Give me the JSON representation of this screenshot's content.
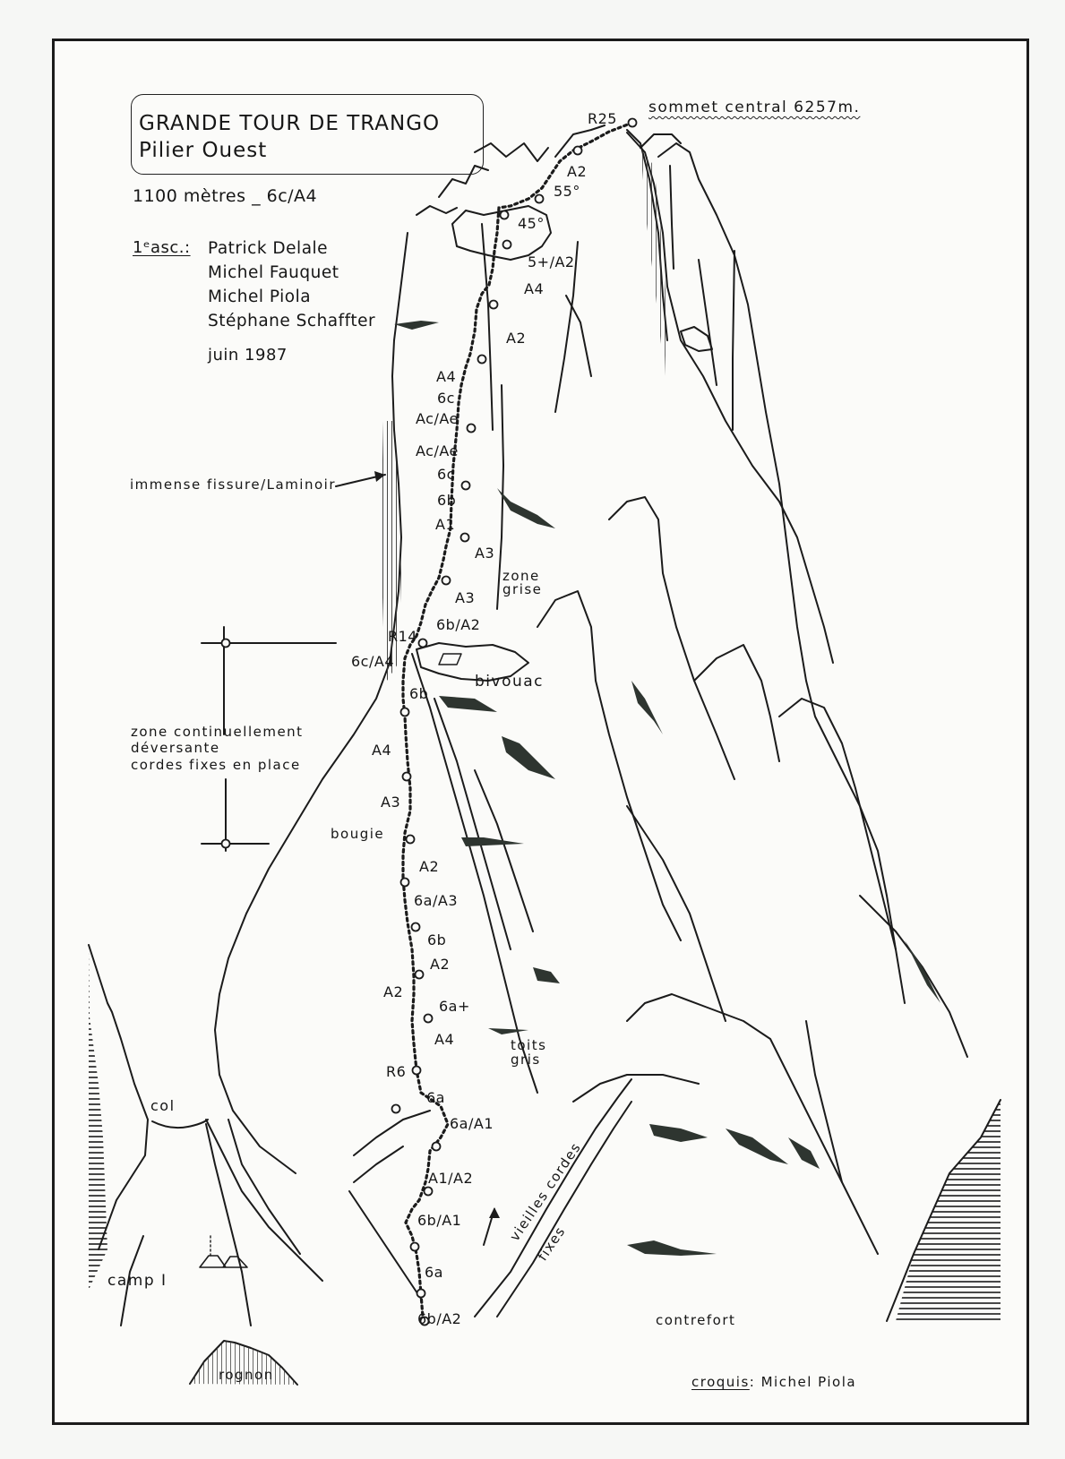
{
  "header": {
    "title": "GRANDE TOUR DE TRANGO",
    "subtitle": "Pilier Ouest",
    "length_grade": "1100 mètres _ 6c/A4",
    "first_ascent_label": "1ᵉasc.:",
    "first_ascent_team": [
      "Patrick Delale",
      "Michel Fauquet",
      "Michel Piola",
      "Stéphane Schaffter"
    ],
    "date": "juin 1987"
  },
  "summit": {
    "label": "sommet central   6257m.",
    "belay": "R25"
  },
  "route": {
    "belays": [
      "R25",
      "R14",
      "R6"
    ],
    "pitch_grades_top_to_bottom": [
      "A2",
      "55°",
      "45°",
      "5+/A2",
      "A4",
      "A2",
      "A4",
      "6c",
      "Ac/Ae",
      "Ac/Ae",
      "6c",
      "6b",
      "A1",
      "A3",
      "A3",
      "6b/A2",
      "6c/A4",
      "6b",
      "A4",
      "A3",
      "A2",
      "6a/A3",
      "6b",
      "A2",
      "A2",
      "6a+",
      "A4",
      "6a",
      "6a/A1",
      "A1/A2",
      "6b/A1",
      "6a",
      "6b/A2"
    ],
    "labels": {
      "a2_top": "A2",
      "deg55": "55°",
      "deg45": "45°",
      "p5a2": "5+/A2",
      "a4_upper": "A4",
      "a2_upper": "A2",
      "a4_mid": "A4",
      "c6_mid": "6c",
      "acae_1": "Ac/Ae",
      "acae_2": "Ac/Ae",
      "c6_low": "6c",
      "b6_low": "6b",
      "a1": "A1",
      "a3_1": "A3",
      "a3_2": "A3",
      "b6a2": "6b/A2",
      "r14": "R14",
      "c6a4": "6c/A4",
      "b6_r14": "6b",
      "a4_low": "A4",
      "a3_low": "A3",
      "a2_bougie": "A2",
      "a6a3": "6a/A3",
      "b6_mid2": "6b",
      "a2_mid2": "A2",
      "a2_left": "A2",
      "a6plus": "6a+",
      "a4_bottom": "A4",
      "r6": "R6",
      "a6_1": "6a",
      "a6a1": "6a/A1",
      "a1a2": "A1/A2",
      "b6a1": "6b/A1",
      "a6_2": "6a",
      "b6a2_bottom": "6b/A2"
    }
  },
  "annotations": {
    "fissure": "immense fissure/Laminoir",
    "zone_grise": [
      "zone",
      "grise"
    ],
    "bivouac": "bivouac",
    "overhang": [
      "zone continuellement",
      "déversante",
      "cordes fixes en place"
    ],
    "bougie": "bougie",
    "toits_gris": [
      "toits",
      "gris"
    ],
    "col": "col",
    "camp": "camp I",
    "rognon": "rognon",
    "old_ropes": [
      "vieilles cordes",
      "fixes"
    ],
    "contrefort": "contrefort"
  },
  "credits": {
    "label": "croquis",
    "separator": ": ",
    "author": "Michel Piola"
  },
  "colors": {
    "ink": "#1b1b1b",
    "shadow": "#2e3530",
    "paper": "#fbfbf9"
  }
}
